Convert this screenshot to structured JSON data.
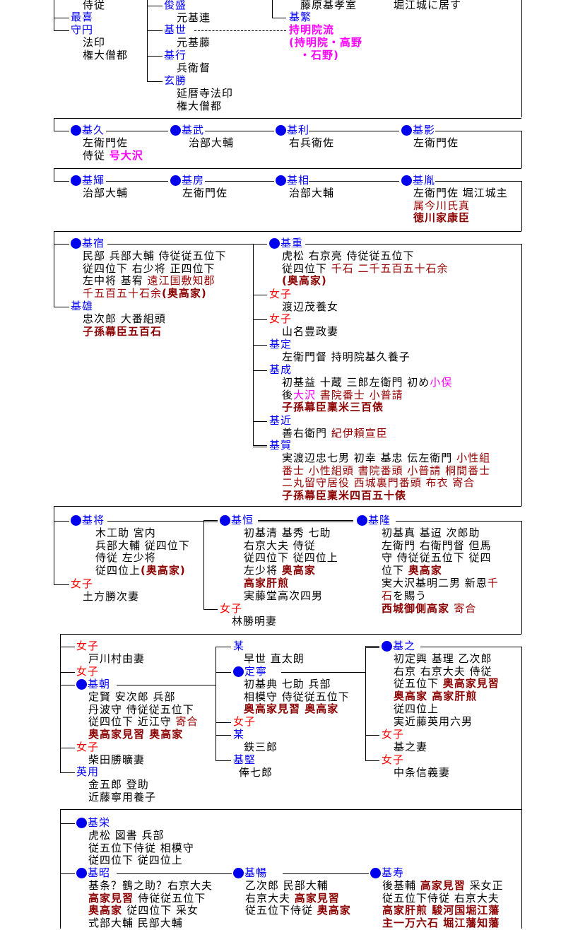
{
  "colors": {
    "name_blue": "#0000ff",
    "name_red": "#ff0000",
    "bullet": "#0000ee",
    "magenta": "#ff00ff",
    "dark_red": "#8b0000"
  },
  "entries": [
    {
      "name": null,
      "lines": [
        [
          {
            "t": "侍従",
            "s": "b"
          }
        ]
      ]
    },
    {
      "name": "最喜",
      "c": "blue",
      "lines": []
    },
    {
      "name": "守円",
      "c": "blue",
      "lines": [
        [
          {
            "t": "法印",
            "s": "b"
          }
        ],
        [
          {
            "t": "権大僧都",
            "s": "b"
          }
        ]
      ]
    },
    {
      "name": "俊盛",
      "c": "blue",
      "lines": [
        [
          {
            "t": "元基連",
            "s": "b"
          }
        ]
      ]
    },
    {
      "name": "基世",
      "c": "blue",
      "lines": [
        [
          {
            "t": "元基藤",
            "s": "b"
          }
        ]
      ]
    },
    {
      "name": "基行",
      "c": "blue",
      "lines": [
        [
          {
            "t": "兵衛督",
            "s": "b"
          }
        ]
      ]
    },
    {
      "name": "玄勝",
      "c": "blue",
      "lines": [
        [
          {
            "t": "延暦寺法印",
            "s": "b"
          }
        ],
        [
          {
            "t": "権大僧都",
            "s": "b"
          }
        ]
      ]
    },
    {
      "name": null,
      "lines": [
        [
          {
            "t": "藤原基孝室",
            "s": "b"
          }
        ]
      ]
    },
    {
      "name": null,
      "lines": [
        [
          {
            "t": "堀江城に居す",
            "s": "b"
          }
        ]
      ]
    },
    {
      "name": "基繁",
      "c": "blue",
      "lines": [
        [
          {
            "t": "持明院流",
            "s": "mb"
          }
        ],
        [
          {
            "t": "(持明院・高野",
            "s": "mb"
          }
        ]
      ]
    },
    {
      "name": null,
      "lines": [
        [
          {
            "t": "・石野)",
            "s": "mb"
          }
        ]
      ]
    },
    {
      "name": "基久",
      "c": "blue",
      "bullet": true,
      "lines": [
        [
          {
            "t": "左衛門佐",
            "s": "b"
          }
        ],
        [
          {
            "t": "侍従 ",
            "s": "b"
          },
          {
            "t": "号大沢",
            "s": "mb"
          }
        ]
      ]
    },
    {
      "name": "基武",
      "c": "blue",
      "bullet": true,
      "lines": [
        [
          {
            "t": "治部大輔",
            "s": "b"
          }
        ]
      ]
    },
    {
      "name": "基利",
      "c": "blue",
      "bullet": true,
      "lines": [
        [
          {
            "t": "右兵衛佐",
            "s": "b"
          }
        ]
      ]
    },
    {
      "name": "基影",
      "c": "blue",
      "bullet": true,
      "lines": [
        [
          {
            "t": "左衛門佐",
            "s": "b"
          }
        ]
      ]
    },
    {
      "name": "基輝",
      "c": "blue",
      "bullet": true,
      "lines": [
        [
          {
            "t": "治部大輔",
            "s": "b"
          }
        ]
      ]
    },
    {
      "name": "基房",
      "c": "blue",
      "bullet": true,
      "lines": [
        [
          {
            "t": "左衛門佐",
            "s": "b"
          }
        ]
      ]
    },
    {
      "name": "基相",
      "c": "blue",
      "bullet": true,
      "lines": [
        [
          {
            "t": "治部大輔",
            "s": "b"
          }
        ]
      ]
    },
    {
      "name": "基胤",
      "c": "blue",
      "bullet": true,
      "lines": [
        [
          {
            "t": "左衛門佐 堀江城主",
            "s": "b"
          }
        ],
        [
          {
            "t": "属今川氏真",
            "s": "r"
          }
        ],
        [
          {
            "t": "徳川家康臣",
            "s": "rb"
          }
        ]
      ]
    },
    {
      "name": "基宿",
      "c": "blue",
      "bullet": true,
      "lines": [
        [
          {
            "t": "民部 兵部大輔 侍従従五位下",
            "s": "b"
          }
        ],
        [
          {
            "t": "従四位下 右少将 正四位下",
            "s": "b"
          }
        ],
        [
          {
            "t": "左中将 基宥 ",
            "s": "b"
          },
          {
            "t": "遠江国敷知郡",
            "s": "r"
          }
        ],
        [
          {
            "t": "千五百五十石余",
            "s": "r"
          },
          {
            "t": "(奥高家)",
            "s": "rb"
          }
        ]
      ]
    },
    {
      "name": "基雄",
      "c": "blue",
      "lines": [
        [
          {
            "t": "忠次郎 大番組頭",
            "s": "b"
          }
        ],
        [
          {
            "t": "子孫幕臣五百石",
            "s": "rb"
          }
        ]
      ]
    },
    {
      "name": "基重",
      "c": "blue",
      "bullet": true,
      "lines": [
        [
          {
            "t": "虎松 右京亮 侍従従五位下",
            "s": "b"
          }
        ],
        [
          {
            "t": "従四位下 ",
            "s": "b"
          },
          {
            "t": "千石 二千五百五十石余",
            "s": "r"
          }
        ],
        [
          {
            "t": "(奥高家)",
            "s": "rb"
          }
        ]
      ]
    },
    {
      "name": "女子",
      "c": "red",
      "lines": [
        [
          {
            "t": "渡辺茂養女",
            "s": "b"
          }
        ]
      ]
    },
    {
      "name": "女子",
      "c": "red",
      "lines": [
        [
          {
            "t": "山名豊政妻",
            "s": "b"
          }
        ]
      ]
    },
    {
      "name": "基定",
      "c": "blue",
      "lines": [
        [
          {
            "t": "左衛門督 持明院基久養子",
            "s": "b"
          }
        ]
      ]
    },
    {
      "name": "基成",
      "c": "blue",
      "lines": [
        [
          {
            "t": "初基益 十蔵 三郎左衛門 初め",
            "s": "b"
          },
          {
            "t": "小俣",
            "s": "m"
          }
        ],
        [
          {
            "t": "後",
            "s": "b"
          },
          {
            "t": "大沢",
            "s": "m"
          },
          {
            "t": " 書院番士 小普請",
            "s": "r"
          }
        ],
        [
          {
            "t": "子孫幕臣稟米三百俵",
            "s": "rb"
          }
        ]
      ]
    },
    {
      "name": "基近",
      "c": "blue",
      "lines": [
        [
          {
            "t": "善右衛門 ",
            "s": "b"
          },
          {
            "t": "紀伊頼宣臣",
            "s": "r"
          }
        ]
      ]
    },
    {
      "name": "基賀",
      "c": "blue",
      "lines": [
        [
          {
            "t": "実渡辺忠七男 初幸 基忠 伝左衛門 ",
            "s": "b"
          },
          {
            "t": "小性組",
            "s": "r"
          }
        ],
        [
          {
            "t": "番士 小性組頭 書院番頭 小普請 桐間番士",
            "s": "r"
          }
        ],
        [
          {
            "t": "二丸留守居役 西城裏門番頭 布衣 寄合",
            "s": "r"
          }
        ],
        [
          {
            "t": "子孫幕臣稟米四百五十俵",
            "s": "rb"
          }
        ]
      ]
    },
    {
      "name": "基将",
      "c": "blue",
      "bullet": true,
      "lines": [
        [
          {
            "t": "木工助 宮内",
            "s": "b"
          }
        ],
        [
          {
            "t": "兵部大輔 従四位下",
            "s": "b"
          }
        ],
        [
          {
            "t": "侍従 左少将",
            "s": "b"
          }
        ],
        [
          {
            "t": "従四位上",
            "s": "b"
          },
          {
            "t": "(奥高家)",
            "s": "rb"
          }
        ]
      ]
    },
    {
      "name": "女子",
      "c": "red",
      "lines": [
        [
          {
            "t": "土方勝次妻",
            "s": "b"
          }
        ]
      ]
    },
    {
      "name": "基恒",
      "c": "blue",
      "bullet": true,
      "lines": [
        [
          {
            "t": "初基清 基秀 七助",
            "s": "b"
          }
        ],
        [
          {
            "t": "右京大夫 侍従",
            "s": "b"
          }
        ],
        [
          {
            "t": "従四位下 従四位上",
            "s": "b"
          }
        ],
        [
          {
            "t": "左少将 ",
            "s": "b"
          },
          {
            "t": "奥高家",
            "s": "rb"
          }
        ],
        [
          {
            "t": "高家肝煎",
            "s": "rb"
          }
        ],
        [
          {
            "t": "実藤堂高次四男",
            "s": "b"
          }
        ]
      ]
    },
    {
      "name": "女子",
      "c": "red",
      "lines": [
        [
          {
            "t": "林勝明妻",
            "s": "b"
          }
        ]
      ]
    },
    {
      "name": "基隆",
      "c": "blue",
      "bullet": true,
      "lines": [
        [
          {
            "t": "初基真 基迢 次郎助",
            "s": "b"
          }
        ],
        [
          {
            "t": "左衛門 右衛門督 但馬",
            "s": "b"
          }
        ],
        [
          {
            "t": "守 侍従従五位下 従四",
            "s": "b"
          }
        ],
        [
          {
            "t": "位下 ",
            "s": "b"
          },
          {
            "t": "奥高家",
            "s": "rb"
          }
        ],
        [
          {
            "t": "実大沢基明二男 新恩",
            "s": "b"
          },
          {
            "t": "千",
            "s": "r"
          }
        ],
        [
          {
            "t": "石",
            "s": "r"
          },
          {
            "t": "を賜う",
            "s": "b"
          }
        ],
        [
          {
            "t": "西城御側高家 ",
            "s": "rb"
          },
          {
            "t": "寄合",
            "s": "r"
          }
        ]
      ]
    },
    {
      "name": "女子",
      "c": "red",
      "lines": [
        [
          {
            "t": "戸川村由妻",
            "s": "b"
          }
        ]
      ]
    },
    {
      "name": "女子",
      "c": "red",
      "lines": []
    },
    {
      "name": "基朝",
      "c": "blue",
      "bullet": true,
      "lines": [
        [
          {
            "t": "定賢 安次郎 兵部",
            "s": "b"
          }
        ],
        [
          {
            "t": "丹波守 侍従従五位下",
            "s": "b"
          }
        ],
        [
          {
            "t": "従四位下 近江守 ",
            "s": "b"
          },
          {
            "t": "寄合",
            "s": "r"
          }
        ],
        [
          {
            "t": "奥高家見習 奥高家",
            "s": "rb"
          }
        ]
      ]
    },
    {
      "name": "女子",
      "c": "red",
      "lines": [
        [
          {
            "t": "柴田勝曠妻",
            "s": "b"
          }
        ]
      ]
    },
    {
      "name": "英用",
      "c": "blue",
      "lines": [
        [
          {
            "t": "金五郎 登助",
            "s": "b"
          }
        ],
        [
          {
            "t": "近藤寧用養子",
            "s": "b"
          }
        ]
      ]
    },
    {
      "name": "某",
      "c": "blue",
      "lines": [
        [
          {
            "t": "早世 直太朗",
            "s": "b"
          }
        ]
      ]
    },
    {
      "name": "定寧",
      "c": "blue",
      "bullet": true,
      "lines": [
        [
          {
            "t": "初基典 七助 兵部",
            "s": "b"
          }
        ],
        [
          {
            "t": "相模守 侍従従五位下",
            "s": "b"
          }
        ],
        [
          {
            "t": "奥高家見習 奥高家",
            "s": "rb"
          }
        ]
      ]
    },
    {
      "name": "女子",
      "c": "red",
      "lines": []
    },
    {
      "name": "某",
      "c": "blue",
      "lines": [
        [
          {
            "t": "鉄三郎",
            "s": "b"
          }
        ]
      ]
    },
    {
      "name": "基堅",
      "c": "blue",
      "lines": [
        [
          {
            "t": "俸七郎",
            "s": "b"
          }
        ]
      ]
    },
    {
      "name": "基之",
      "c": "blue",
      "bullet": true,
      "lines": [
        [
          {
            "t": "初定興 基理 乙次郎",
            "s": "b"
          }
        ],
        [
          {
            "t": "右京 右京大夫 侍従",
            "s": "b"
          }
        ],
        [
          {
            "t": "従五位下 ",
            "s": "b"
          },
          {
            "t": "奥高家見習",
            "s": "rb"
          }
        ],
        [
          {
            "t": "奥高家 高家肝煎",
            "s": "rb"
          }
        ],
        [
          {
            "t": "従四位上",
            "s": "b"
          }
        ],
        [
          {
            "t": "実近藤英用六男",
            "s": "b"
          }
        ]
      ]
    },
    {
      "name": "女子",
      "c": "red",
      "lines": [
        [
          {
            "t": "基之妻",
            "s": "b"
          }
        ]
      ]
    },
    {
      "name": "女子",
      "c": "red",
      "lines": [
        [
          {
            "t": "中条信義妻",
            "s": "b"
          }
        ]
      ]
    },
    {
      "name": "基栄",
      "c": "blue",
      "bullet": true,
      "lines": [
        [
          {
            "t": "虎松 図書 兵部",
            "s": "b"
          }
        ],
        [
          {
            "t": "従五位下侍従 相模守",
            "s": "b"
          }
        ],
        [
          {
            "t": "従四位下 従四位上",
            "s": "b"
          }
        ]
      ]
    },
    {
      "name": "基昭",
      "c": "blue",
      "bullet": true,
      "lines": [
        [
          {
            "t": "基条？鶴之助？右京大夫",
            "s": "b"
          }
        ],
        [
          {
            "t": "高家見習 ",
            "s": "rb"
          },
          {
            "t": "侍従従五位下",
            "s": "b"
          }
        ],
        [
          {
            "t": "奥高家 ",
            "s": "rb"
          },
          {
            "t": "従四位下 采女",
            "s": "b"
          }
        ],
        [
          {
            "t": "式部大輔 民部大輔",
            "s": "b"
          }
        ]
      ]
    },
    {
      "name": "基暢",
      "c": "blue",
      "bullet": true,
      "lines": [
        [
          {
            "t": "乙次郎 民部大輔",
            "s": "b"
          }
        ],
        [
          {
            "t": "右京大夫 ",
            "s": "b"
          },
          {
            "t": "高家見習",
            "s": "rb"
          }
        ],
        [
          {
            "t": "従五位下侍従 ",
            "s": "b"
          },
          {
            "t": "奥高家",
            "s": "rb"
          }
        ]
      ]
    },
    {
      "name": "基寿",
      "c": "blue",
      "bullet": true,
      "lines": [
        [
          {
            "t": "後基輔 ",
            "s": "b"
          },
          {
            "t": "高家見習",
            "s": "rb"
          },
          {
            "t": " 采女正",
            "s": "b"
          }
        ],
        [
          {
            "t": "従五位下侍従 右京大夫",
            "s": "b"
          }
        ],
        [
          {
            "t": "高家肝煎 駿河国堀江藩",
            "s": "rb"
          }
        ],
        [
          {
            "t": "主一万六石 堀江藩知藩",
            "s": "rb"
          }
        ]
      ]
    }
  ]
}
